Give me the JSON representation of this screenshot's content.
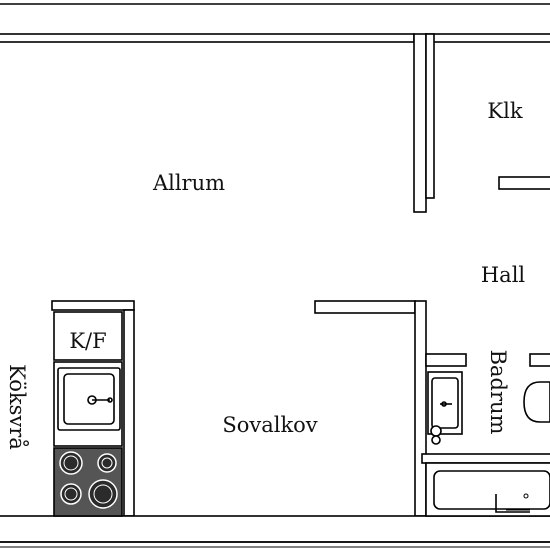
{
  "rooms": {
    "allrum": "Allrum",
    "klk": "Klk",
    "hall": "Hall",
    "kf": "K/F",
    "koksvra": "Köksvrå",
    "sovalkov": "Sovalkov",
    "badrum": "Badrum"
  },
  "colors": {
    "wall": "#000000",
    "background": "#ffffff",
    "stove": "#555555",
    "burner": "#2b2b2b"
  }
}
